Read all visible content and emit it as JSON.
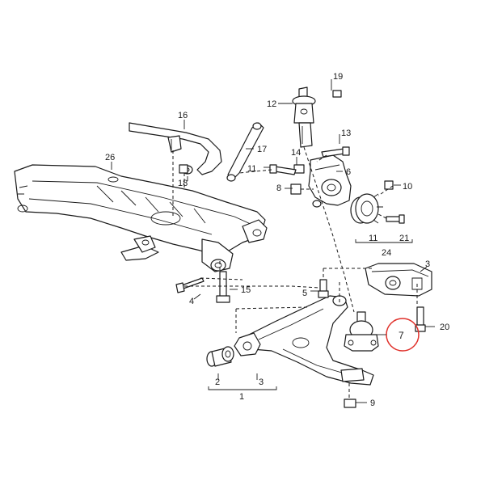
{
  "callouts": {
    "c1": "1",
    "c2": "2",
    "c3": "3",
    "c3b": "3",
    "c4": "4",
    "c5": "5",
    "c6": "6",
    "c7": "7",
    "c8": "8",
    "c9": "9",
    "c10": "10",
    "c11": "11",
    "c11b": "11",
    "c12": "12",
    "c13": "13",
    "c14": "14",
    "c15": "15",
    "c16": "16",
    "c17": "17",
    "c18": "18",
    "c19": "19",
    "c20": "20",
    "c21": "21",
    "c24": "24",
    "c26": "26"
  },
  "highlight_color": "#e0302a"
}
